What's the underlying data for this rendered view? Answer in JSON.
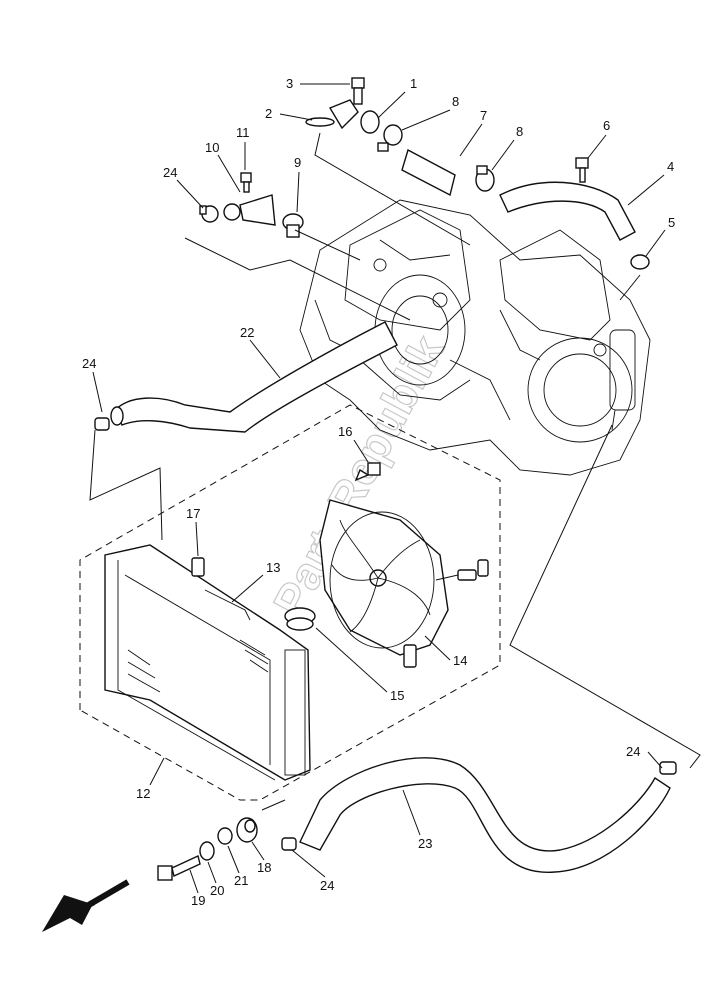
{
  "watermark": "PartsRepublik",
  "callouts": [
    {
      "id": "c1",
      "label": "1"
    },
    {
      "id": "c2",
      "label": "2"
    },
    {
      "id": "c3",
      "label": "3"
    },
    {
      "id": "c4",
      "label": "4"
    },
    {
      "id": "c5",
      "label": "5"
    },
    {
      "id": "c6",
      "label": "6"
    },
    {
      "id": "c7",
      "label": "7"
    },
    {
      "id": "c8a",
      "label": "8"
    },
    {
      "id": "c8b",
      "label": "8"
    },
    {
      "id": "c9",
      "label": "9"
    },
    {
      "id": "c10",
      "label": "10"
    },
    {
      "id": "c11",
      "label": "11"
    },
    {
      "id": "c12",
      "label": "12"
    },
    {
      "id": "c13",
      "label": "13"
    },
    {
      "id": "c14",
      "label": "14"
    },
    {
      "id": "c15",
      "label": "15"
    },
    {
      "id": "c16",
      "label": "16"
    },
    {
      "id": "c17",
      "label": "17"
    },
    {
      "id": "c18",
      "label": "18"
    },
    {
      "id": "c19",
      "label": "19"
    },
    {
      "id": "c20",
      "label": "20"
    },
    {
      "id": "c21",
      "label": "21"
    },
    {
      "id": "c22",
      "label": "22"
    },
    {
      "id": "c23",
      "label": "23"
    },
    {
      "id": "c24a",
      "label": "24"
    },
    {
      "id": "c24b",
      "label": "24"
    },
    {
      "id": "c24c",
      "label": "24"
    },
    {
      "id": "c24d",
      "label": "24"
    }
  ]
}
